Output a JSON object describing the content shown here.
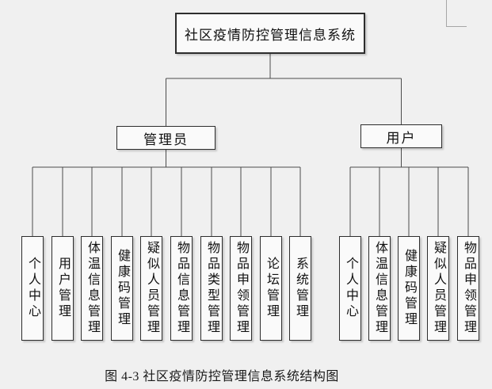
{
  "diagram": {
    "root": {
      "label": "社区疫情防控管理信息系统"
    },
    "branches": [
      {
        "label": "管理员",
        "children": [
          "个人中心",
          "用户管理",
          "体温信息管理",
          "健康码管理",
          "疑似人员管理",
          "物品信息管理",
          "物品类型管理",
          "物品申领管理",
          "论坛管理",
          "系统管理"
        ]
      },
      {
        "label": "用户",
        "children": [
          "个人中心",
          "体温信息管理",
          "健康码管理",
          "疑似人员管理",
          "物品申领管理"
        ]
      }
    ],
    "caption": "图 4-3 社区疫情防控管理信息系统结构图"
  },
  "colors": {
    "background": "#f0f0f0",
    "box_fill": "#fafafa",
    "box_border": "#2d2d2d",
    "connector_line": "#4b4b4b",
    "scroll_fragment": "#a6a6a6",
    "text": "#111111"
  }
}
